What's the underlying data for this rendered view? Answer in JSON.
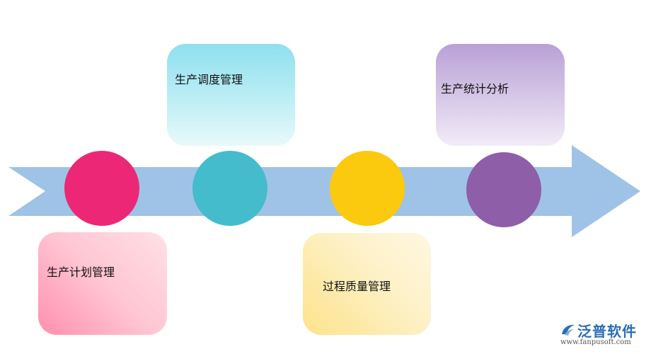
{
  "stages": [
    {
      "label": "生产计划管理",
      "color": "#ec2876"
    },
    {
      "label": "生产调度管理",
      "color": "#44bccc"
    },
    {
      "label": "过程质量管理",
      "color": "#fbc90e"
    },
    {
      "label": "生产统计分析",
      "color": "#8e5ea8"
    }
  ],
  "arrow_color": "#9fc3e6",
  "watermark": {
    "brand": "泛普软件",
    "url": "www.fanpusoft.com",
    "icon": "fanpu-logo-icon"
  }
}
